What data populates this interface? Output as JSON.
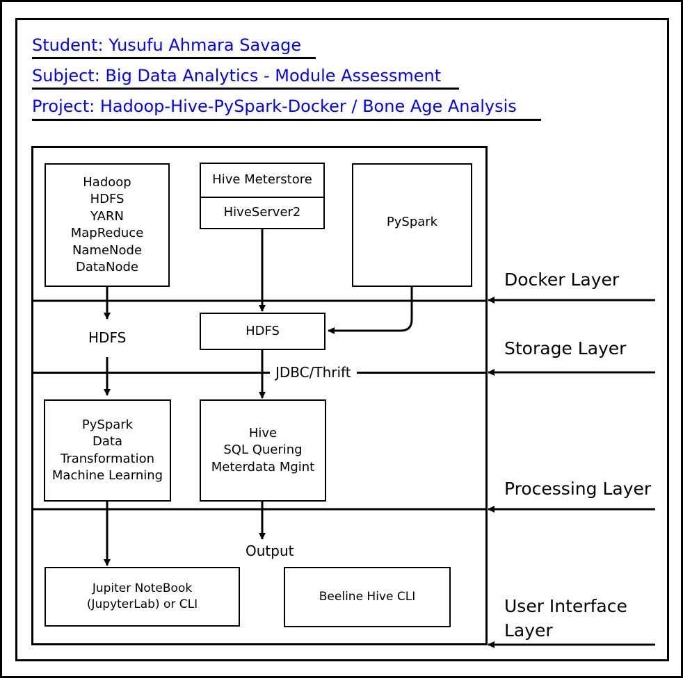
{
  "header": {
    "student": "Student: Yusufu Ahmara Savage",
    "subject": "Subject: Big Data Analytics - Module Assessment",
    "project": "Project: Hadoop-Hive-PySpark-Docker / Bone Age Analysis"
  },
  "docker": {
    "hadoop_lines": [
      "Hadoop",
      "HDFS",
      "YARN",
      "MapReduce",
      "NameNode",
      "DataNode"
    ],
    "hive_metastore": "Hive Meterstore",
    "hiveserver2": "HiveServer2",
    "pyspark": "PySpark"
  },
  "storage": {
    "hdfs_left": "HDFS",
    "hdfs_box": "HDFS",
    "jdbc": "JDBC/Thrift"
  },
  "processing": {
    "pyspark_lines": [
      "PySpark",
      "Data",
      "Transformation",
      "Machine Learning"
    ],
    "hive_lines": [
      "Hive",
      "SQL Quering",
      "Meterdata Mgint"
    ]
  },
  "ui": {
    "output": "Output",
    "jupyter_lines": [
      "Jupiter NoteBook",
      "(JupyterLab) or CLI"
    ],
    "beeline": "Beeline Hive CLI"
  },
  "layers": {
    "docker": "Docker Layer",
    "storage": "Storage Layer",
    "processing": "Processing Layer",
    "ui_line1": "User Interface",
    "ui_line2": "Layer"
  },
  "colors": {
    "header_text": "#0000ff",
    "lines": "#000000",
    "background": "#ffffff",
    "frame": "#000000"
  }
}
